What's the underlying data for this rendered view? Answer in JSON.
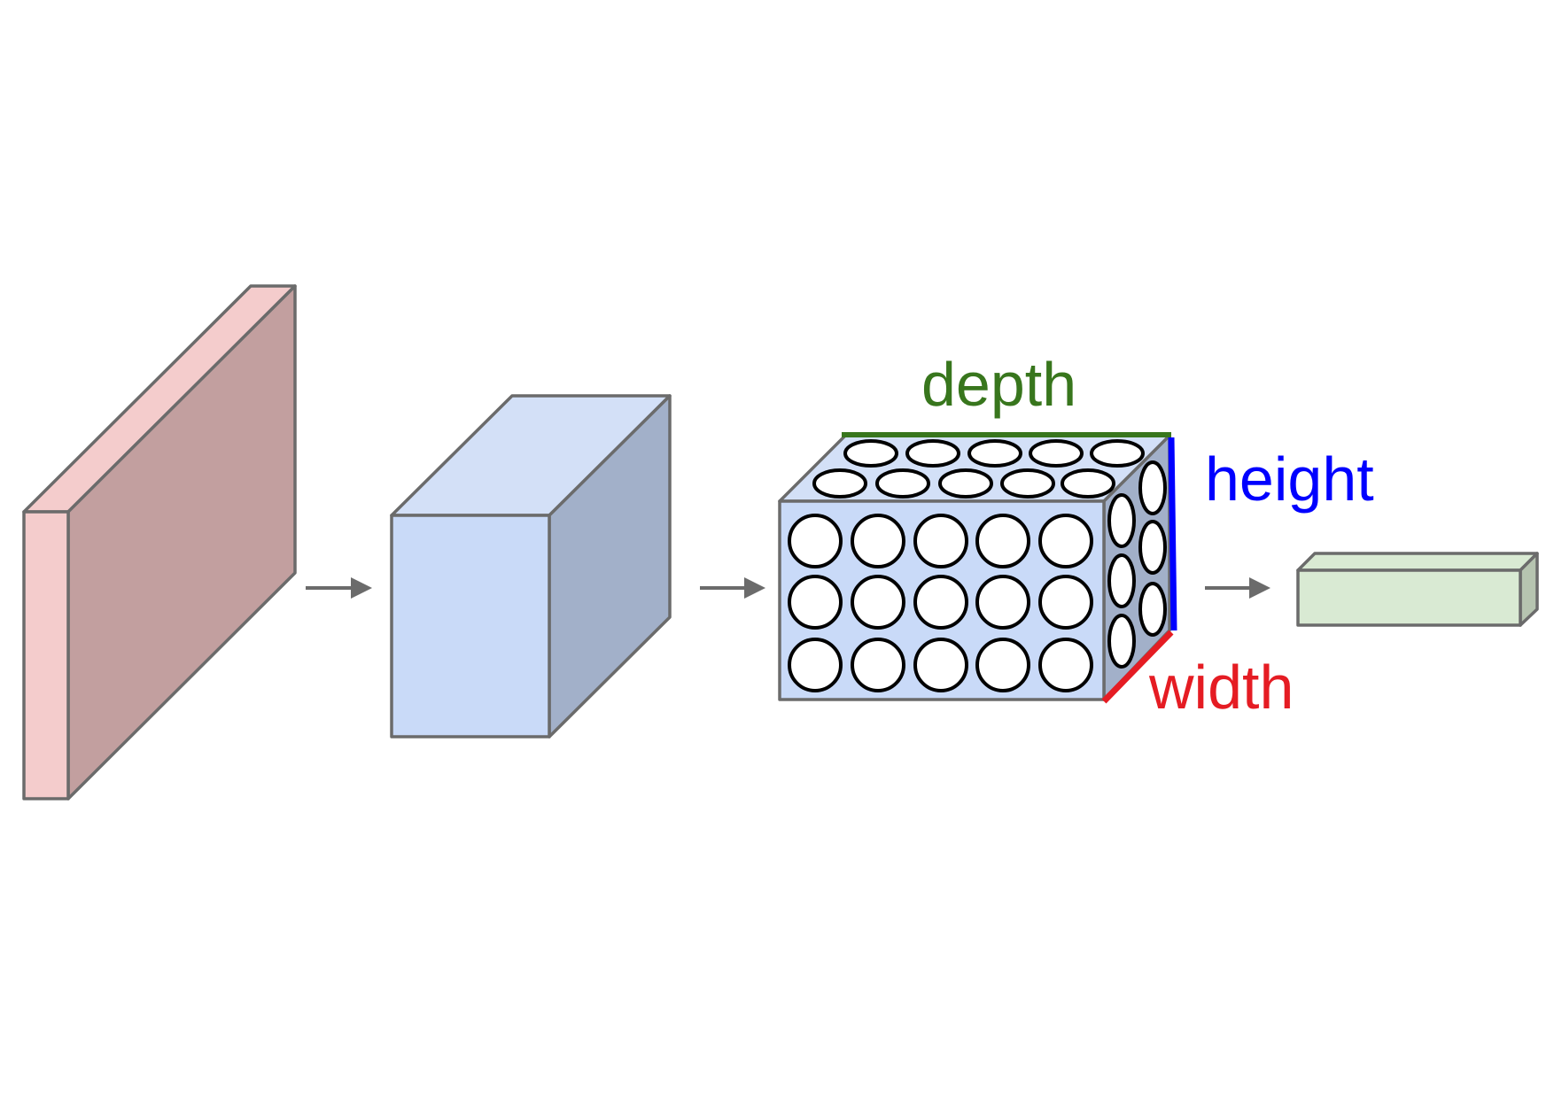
{
  "diagram": {
    "labels": {
      "depth": "depth",
      "height": "height",
      "width": "width"
    },
    "colors": {
      "input_front": "#f4cccc",
      "input_side": "#c29f9f",
      "box_front": "#c9daf8",
      "box_top": "#d3e0f7",
      "box_side": "#a2b0c9",
      "output_front": "#d9ead3",
      "output_side": "#b6c4b0",
      "outline": "#6b6b6b",
      "arrow": "#6b6b6b",
      "depth": "#38761d",
      "height": "#0000ff",
      "width": "#e51c23"
    },
    "neuron_grid": {
      "front_rows": 3,
      "front_cols": 5,
      "top_rows": 2,
      "top_cols": 5,
      "side_rows": 3,
      "side_cols": 2
    }
  }
}
